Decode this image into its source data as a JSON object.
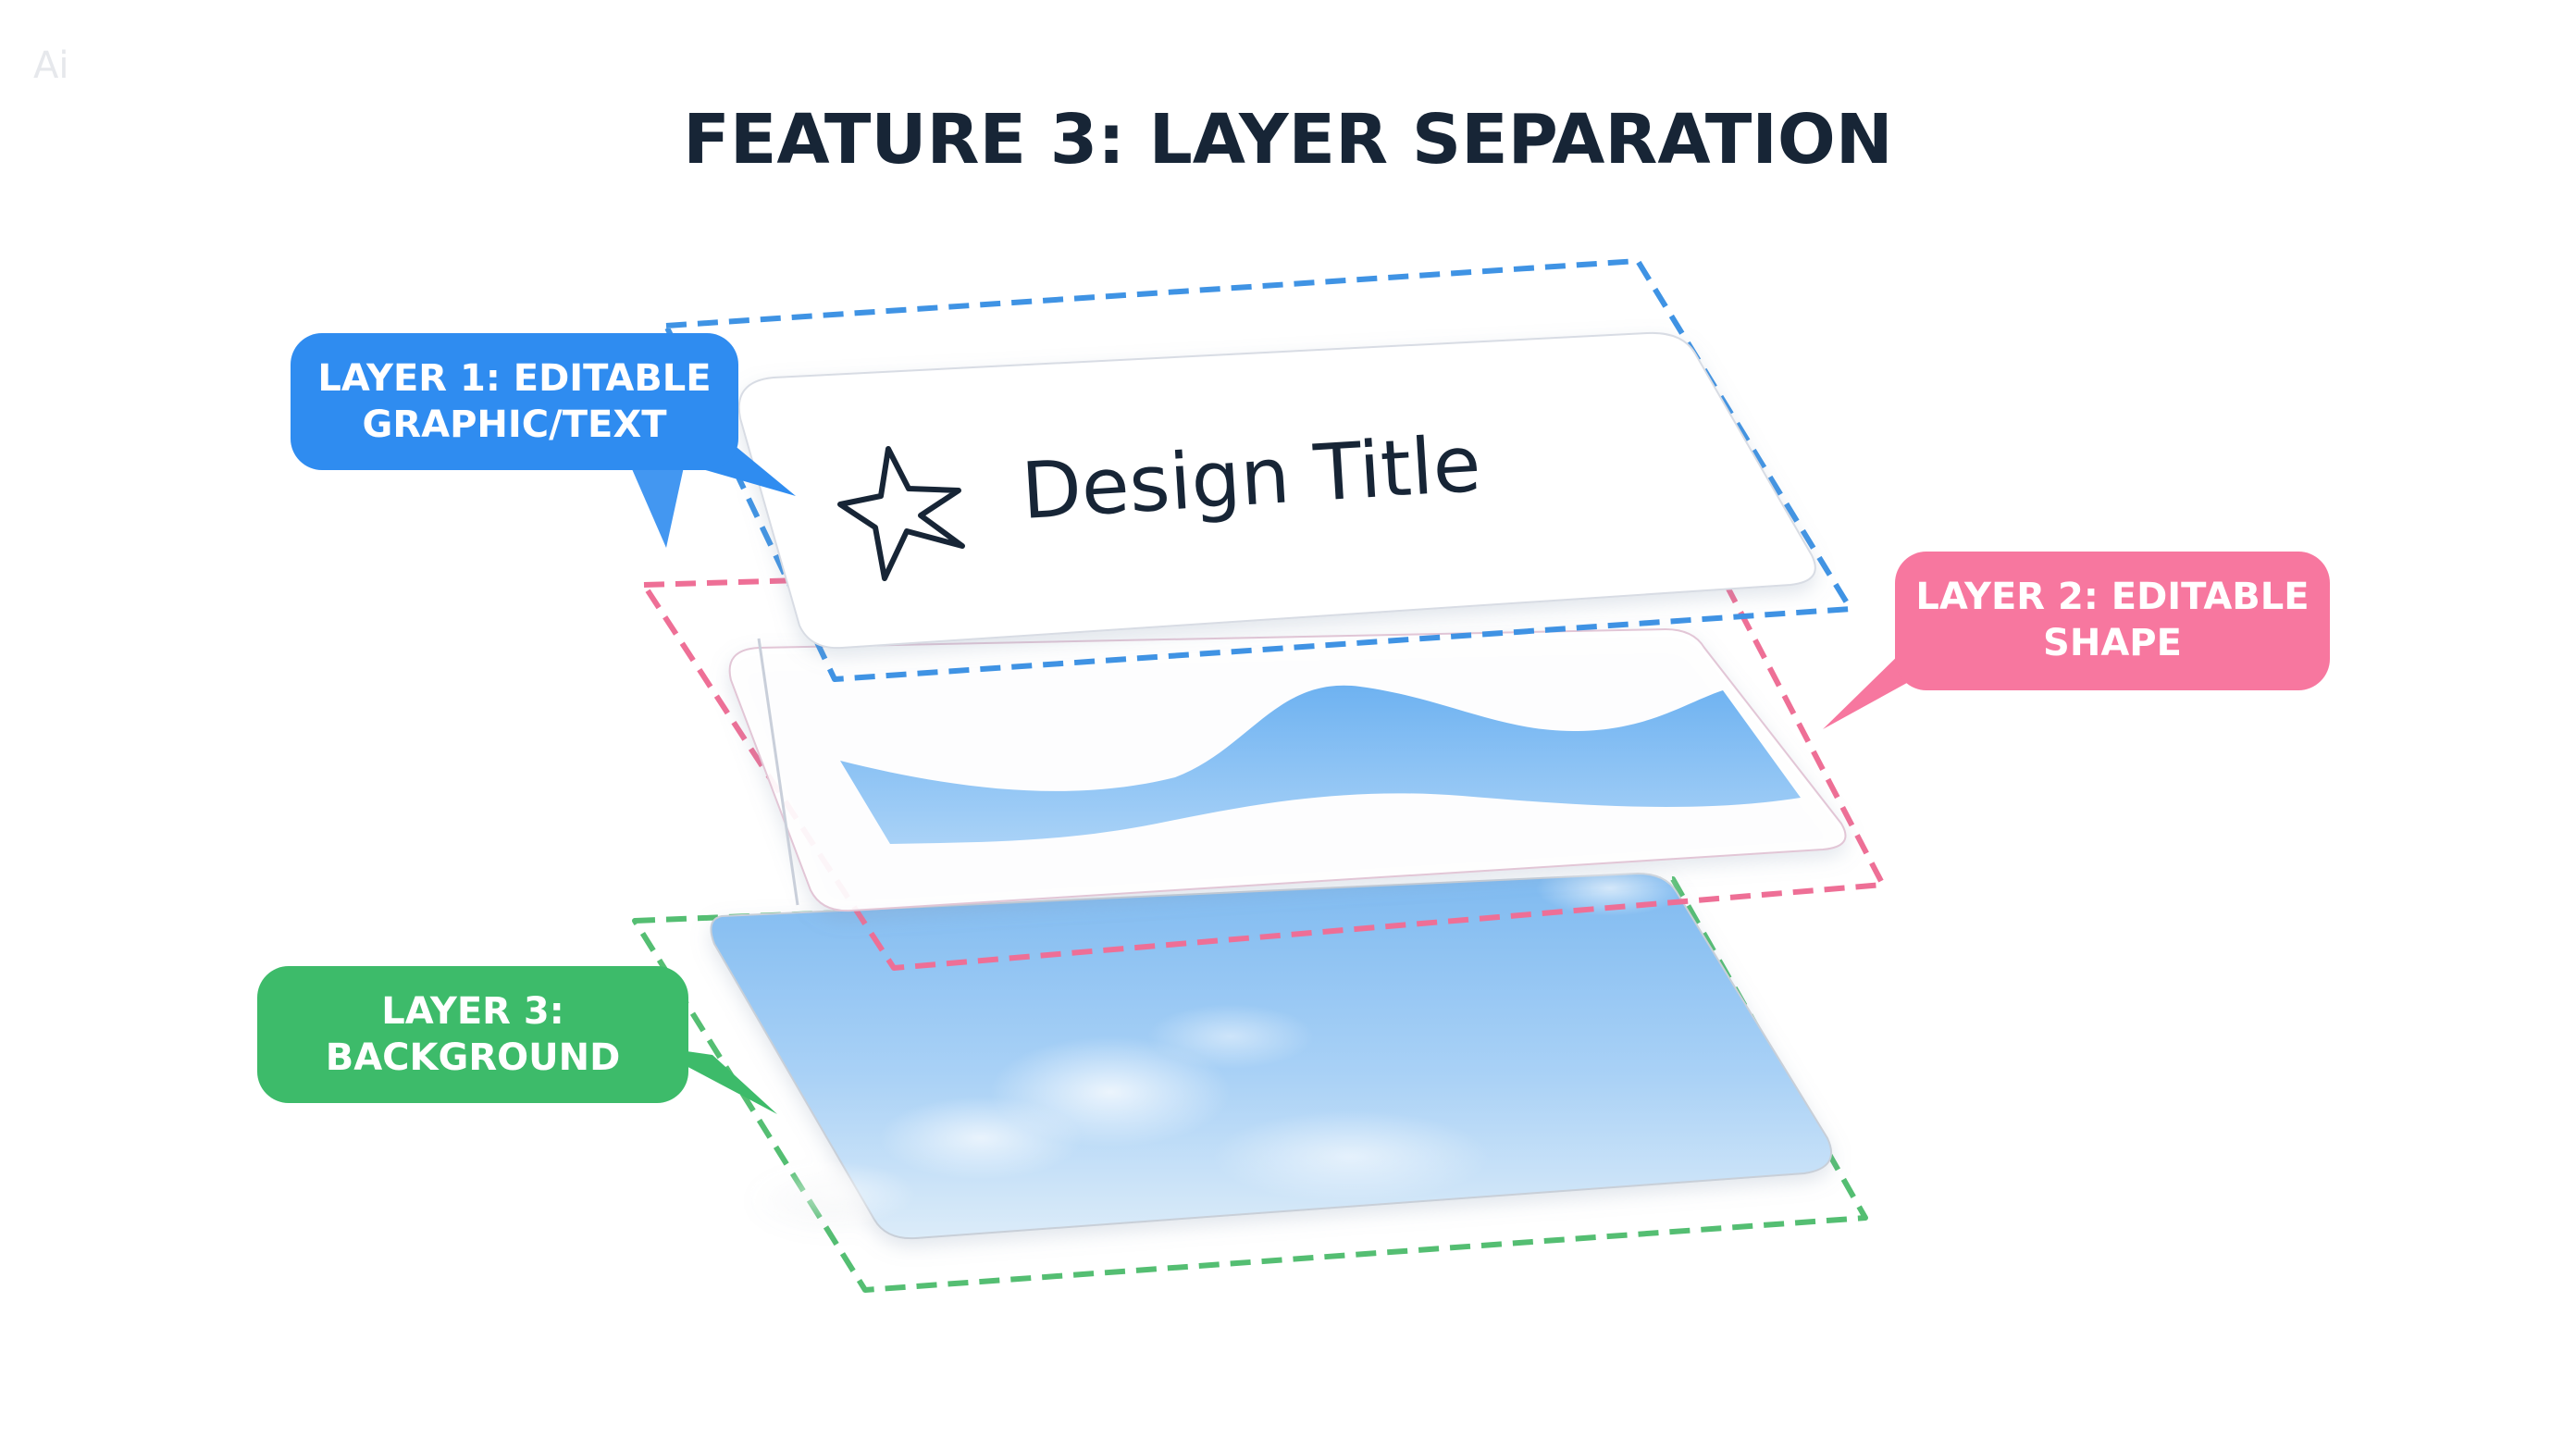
{
  "watermark": "Ai",
  "title": "FEATURE 3: LAYER SEPARATION",
  "design_card": {
    "text": "Design Title",
    "icon": "star-outline-icon"
  },
  "callouts": {
    "layer1": {
      "line1": "LAYER 1: EDITABLE",
      "line2": "GRAPHIC/TEXT",
      "color": "#2f8cf0"
    },
    "layer2": {
      "line1": "LAYER 2: EDITABLE",
      "line2": "SHAPE",
      "color": "#f7779f"
    },
    "layer3": {
      "line1": "LAYER 3:",
      "line2": "BACKGROUND",
      "color": "#3dbb6a"
    }
  },
  "colors": {
    "layer1_dash": "#3f93e4",
    "layer2_dash": "#ee6f96",
    "layer3_dash": "#54be72",
    "sky_top": "#cfe4f7",
    "sky_bottom": "#8ec3f2",
    "wave": "#7bbbf3"
  }
}
